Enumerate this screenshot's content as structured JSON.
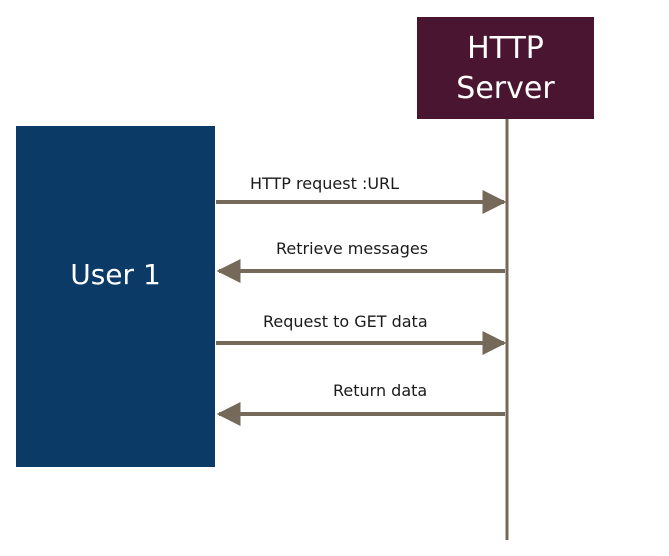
{
  "server": {
    "label_line1": "HTTP",
    "label_line2": "Server",
    "color": "#4a1530"
  },
  "client": {
    "label": "User 1",
    "color": "#0c3a66"
  },
  "connector_color": "#756a59",
  "messages": [
    {
      "label": "HTTP request :URL",
      "direction": "to-server"
    },
    {
      "label": "Retrieve messages",
      "direction": "to-client"
    },
    {
      "label": "Request to GET data",
      "direction": "to-server"
    },
    {
      "label": "Return data",
      "direction": "to-client"
    }
  ]
}
